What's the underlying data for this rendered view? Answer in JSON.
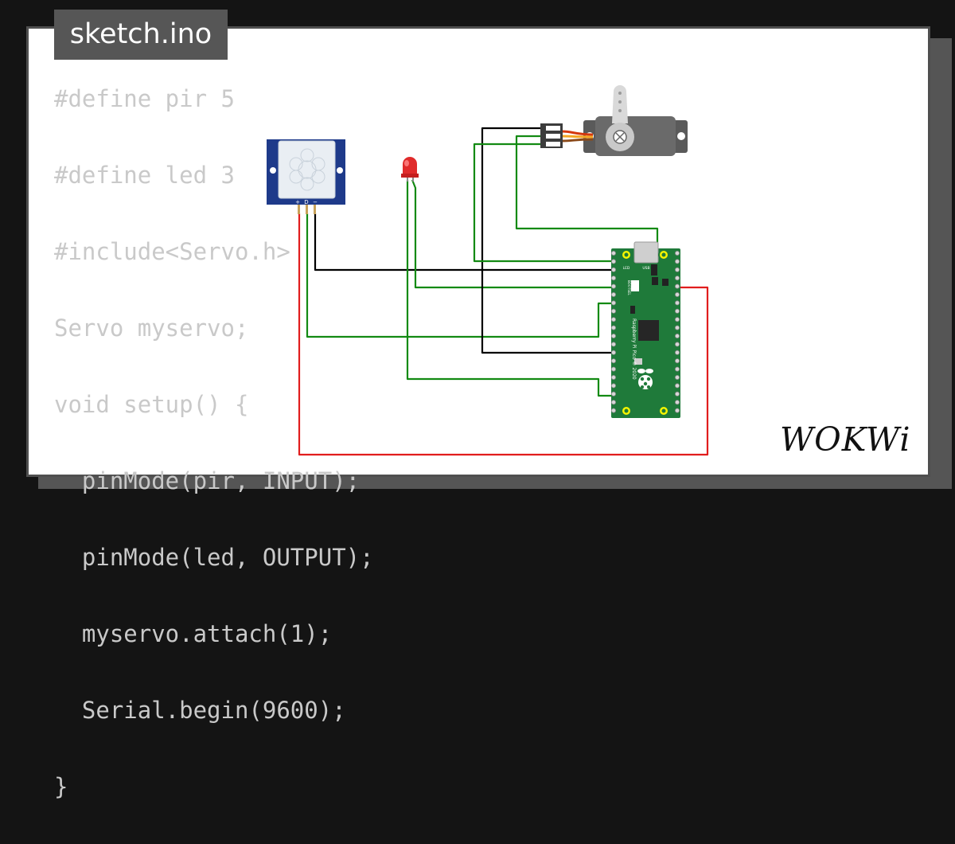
{
  "file_tab": {
    "label": "sketch.ino"
  },
  "code_lines": [
    "#define pir 5",
    "#define led 3",
    "#include<Servo.h>",
    "Servo myservo;",
    "void setup() {",
    "  pinMode(pir, INPUT);",
    "  pinMode(led, OUTPUT);",
    "  myservo.attach(1);",
    "  Serial.begin(9600);",
    "}"
  ],
  "pir_sensor": {
    "pin_labels": [
      "+",
      "D",
      "−"
    ]
  },
  "pico_board": {
    "labels": {
      "led": "LED",
      "usb": "USB",
      "bootsel": "BOOTSEL",
      "name": "Raspberry Pi Pico © 2020"
    }
  },
  "logo": {
    "text": "WOKWi"
  },
  "colors": {
    "background": "#141414",
    "card": "#ffffff",
    "code_text": "#c9c9c9",
    "wire_red": "#e11d1d",
    "wire_green": "#138a13",
    "wire_black": "#000000",
    "pico_green": "#1f7a3a",
    "pir_blue": "#1e3a8a",
    "servo_gray": "#5a5a5a"
  }
}
